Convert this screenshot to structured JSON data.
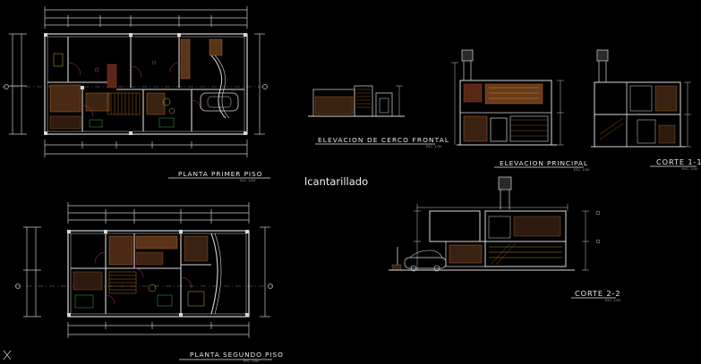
{
  "drawing": {
    "labels": {
      "planta_primer_piso": "PLANTA PRIMER PISO",
      "planta_segundo_piso": "PLANTA SEGUNDO PISO",
      "elevacion_cerco": "ELEVACION DE CERCO FRONTAL",
      "elevacion_principal": "ELEVACION PRINCIPAL",
      "corte_1_1": "CORTE 1-1",
      "corte_2_2": "CORTE 2-2"
    },
    "scale_tag": "ESC. 1/50",
    "note": "lcantarillado",
    "colors": {
      "background": "#000000",
      "wall": "#d7d7d7",
      "dimension": "#c9c9c9",
      "hatch_orange": "#b4662a",
      "hatch_red": "#9a3b24",
      "accent_magenta": "#c0309a",
      "accent_green": "#2fae5a",
      "accent_yellow": "#c8b035"
    },
    "icons": [
      "axis-indicator-icon"
    ]
  }
}
